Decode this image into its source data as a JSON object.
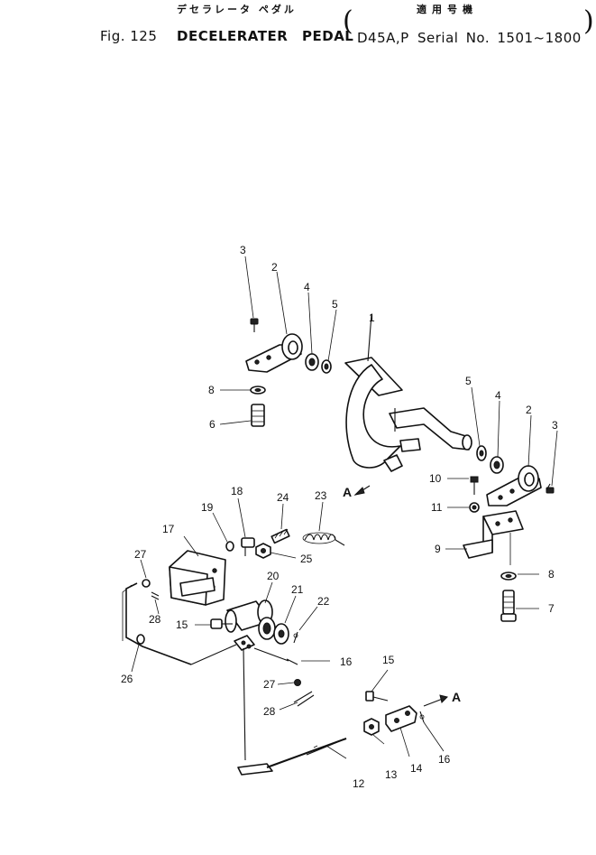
{
  "header": {
    "jp_title": "デセラレータ ペダル",
    "fig_label": "Fig. 125",
    "title": "DECELERATER PEDAL",
    "jp_applicable": "適用号機",
    "model": "D45A,P",
    "serial": "Serial No. 1501~1800"
  },
  "callouts": {
    "c1": "1",
    "c2a": "2",
    "c2b": "2",
    "c3a": "3",
    "c3b": "3",
    "c4a": "4",
    "c4b": "4",
    "c5a": "5",
    "c5b": "5",
    "c6": "6",
    "c7": "7",
    "c8a": "8",
    "c8b": "8",
    "c9": "9",
    "c10": "10",
    "c11": "11",
    "c12": "12",
    "c13": "13",
    "c14": "14",
    "c15a": "15",
    "c15b": "15",
    "c16a": "16",
    "c16b": "16",
    "c17": "17",
    "c18": "18",
    "c19": "19",
    "c20": "20",
    "c21": "21",
    "c22": "22",
    "c23": "23",
    "c24": "24",
    "c25": "25",
    "c26": "26",
    "c27a": "27",
    "c27b": "27",
    "c28a": "28",
    "c28b": "28",
    "arrowA1": "A",
    "arrowA2": "A"
  }
}
